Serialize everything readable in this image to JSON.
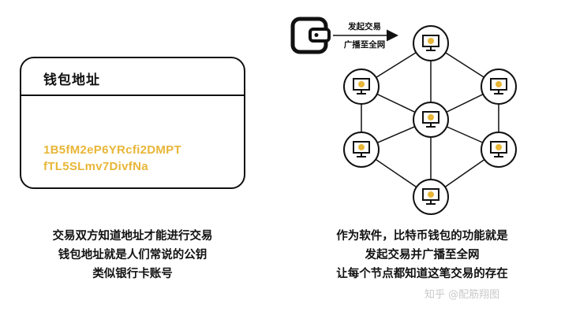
{
  "card": {
    "title": "钱包地址",
    "address_line1": "1B5fM2eP6YRcfi2DMPT",
    "address_line2": "fTL5SLmv7DivfNa"
  },
  "left_caption": [
    "交易双方知道地址才能进行交易",
    "钱包地址就是人们常说的公钥",
    "类似银行卡账号"
  ],
  "arrow": {
    "label_top": "发起交易",
    "label_bottom": "广播至全网"
  },
  "right_caption": [
    "作为软件，比特币钱包的功能就是",
    "发起交易并广播至全网",
    "让每个节点都知道这笔交易的存在"
  ],
  "watermark": "知乎 @配筋翔图",
  "colors": {
    "accent": "#e8b637",
    "ink": "#111111",
    "watermark": "#c9c9c9"
  },
  "icons": {
    "wallet": "wallet-icon",
    "node": "computer-node-icon"
  }
}
